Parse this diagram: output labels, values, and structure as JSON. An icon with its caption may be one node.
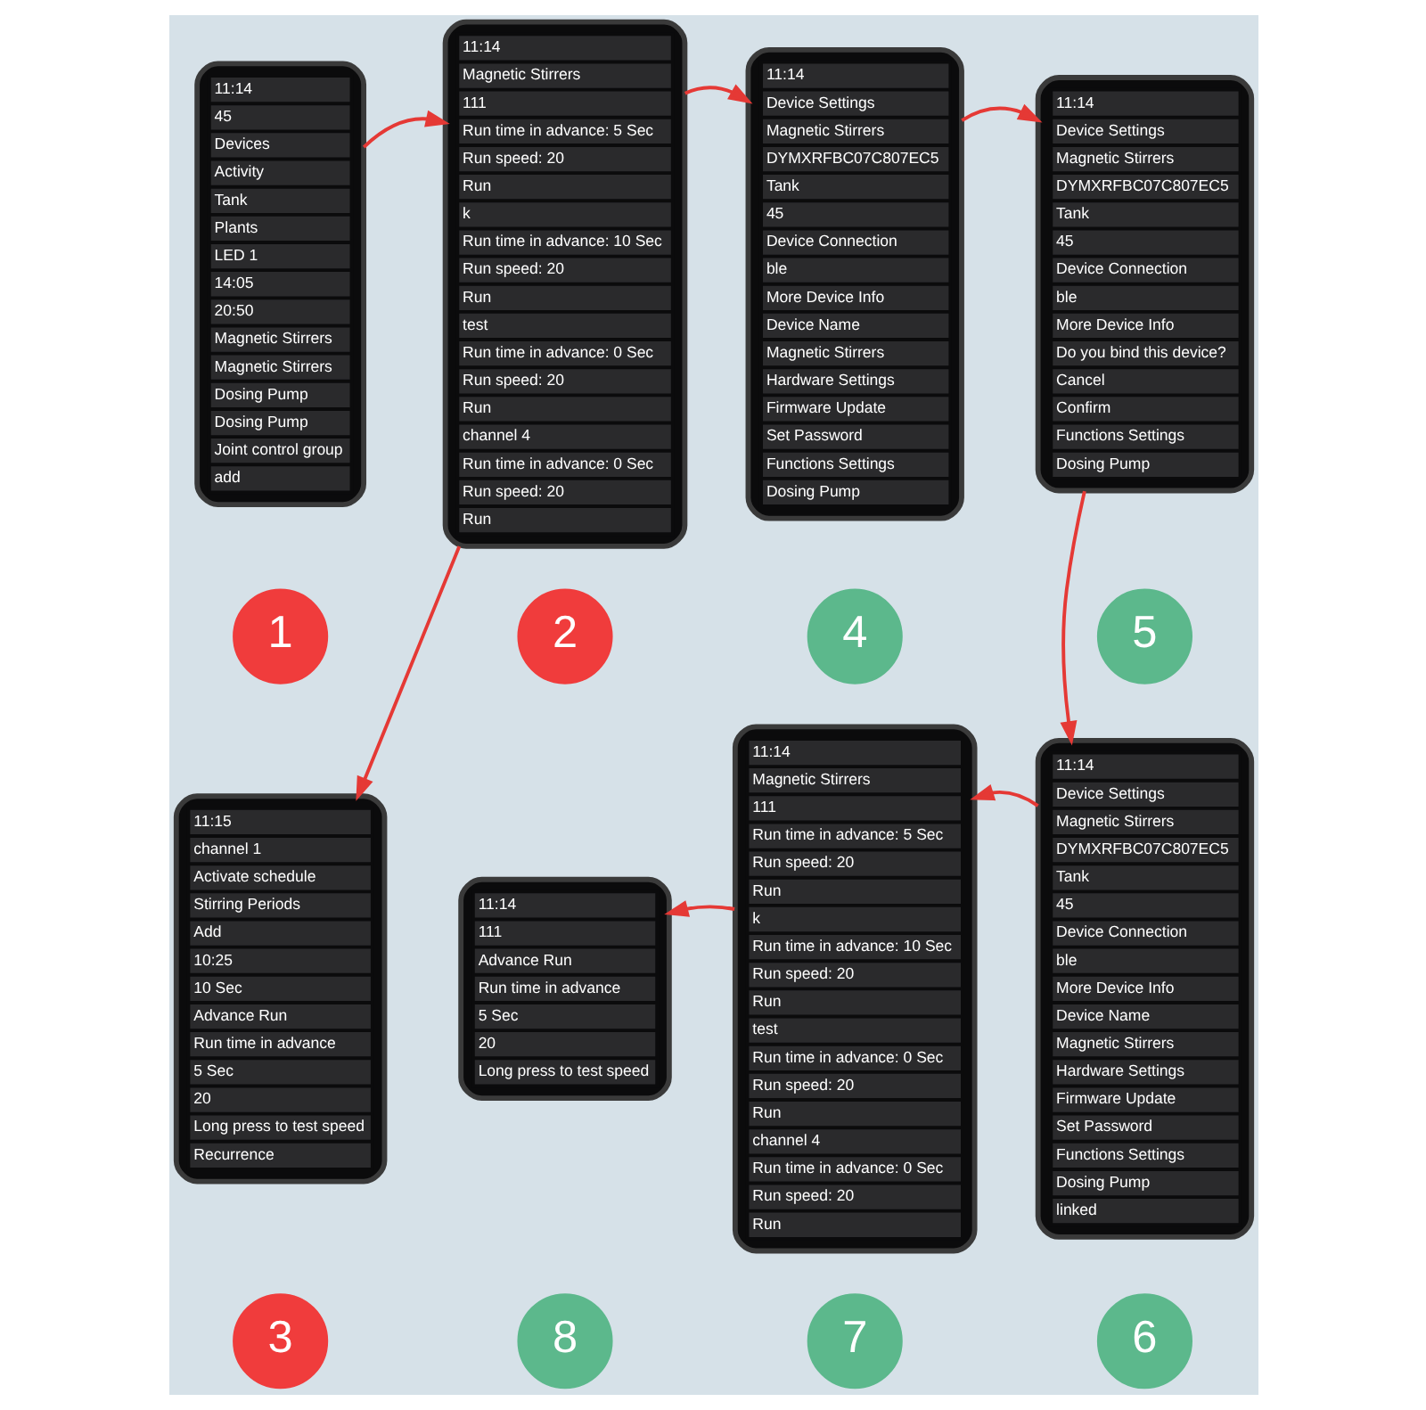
{
  "diagram": {
    "nodes": [
      {
        "text": [
          "11:14",
          "45",
          "Devices",
          "Activity",
          "Tank",
          "Plants",
          "LED 1",
          "14:05",
          "20:50",
          "Magnetic Stirrers",
          "Magnetic Stirrers",
          "Dosing Pump",
          "Dosing Pump",
          "Joint control group",
          "add"
        ]
      },
      {
        "text": [
          "11:14",
          "Magnetic Stirrers",
          "111",
          "Run time in advance: 5 Sec",
          "Run speed: 20",
          "Run",
          "k",
          "Run time in advance: 10 Sec",
          "Run speed: 20",
          "Run",
          "test",
          "Run time in advance: 0 Sec",
          "Run speed: 20",
          "Run",
          "channel 4",
          "Run time in advance: 0 Sec",
          "Run speed: 20",
          "Run"
        ]
      },
      {
        "text": [
          "11:14",
          "Device Settings",
          "Magnetic Stirrers",
          "DYMXRFBC07C807EC5",
          "Tank",
          "45",
          "Device Connection",
          "ble",
          "More Device Info",
          "Device Name",
          "Magnetic Stirrers",
          "Hardware Settings",
          "Firmware Update",
          "Set Password",
          "Functions Settings",
          "Dosing Pump"
        ]
      },
      {
        "text": [
          "11:14",
          "Device Settings",
          "Magnetic Stirrers",
          "DYMXRFBC07C807EC5",
          "Tank",
          "45",
          "Device Connection",
          "ble",
          "More Device Info",
          "Do you bind this device?",
          "Cancel",
          "Confirm",
          "Functions Settings",
          "Dosing Pump"
        ]
      },
      {
        "text": [
          "11:15",
          "channel 1",
          "Activate schedule",
          "Stirring Periods",
          "Add",
          "10:25",
          "10 Sec",
          "Advance Run",
          "Run time in advance",
          "5 Sec",
          "20",
          "Long press to test speed",
          "Recurrence"
        ]
      },
      {
        "text": [
          "11:14",
          "111",
          "Advance Run",
          "Run time in advance",
          "5 Sec",
          "20",
          "Long press to test speed"
        ]
      },
      {
        "text": [
          "11:14",
          "Magnetic Stirrers",
          "111",
          "Run time in advance: 5 Sec",
          "Run speed: 20",
          "Run",
          "k",
          "Run time in advance: 10 Sec",
          "Run speed: 20",
          "Run",
          "test",
          "Run time in advance: 0 Sec",
          "Run speed: 20",
          "Run",
          "channel 4",
          "Run time in advance: 0 Sec",
          "Run speed: 20",
          "Run"
        ]
      },
      {
        "text": [
          "11:14",
          "Device Settings",
          "Magnetic Stirrers",
          "DYMXRFBC07C807EC5",
          "Tank",
          "45",
          "Device Connection",
          "ble",
          "More Device Info",
          "Device Name",
          "Magnetic Stirrers",
          "Hardware Settings",
          "Firmware Update",
          "Set Password",
          "Functions Settings",
          "Dosing Pump",
          "linked"
        ]
      },
      {
        "text": [
          "1"
        ]
      },
      {
        "text": [
          "2"
        ]
      },
      {
        "text": [
          "4"
        ]
      },
      {
        "text": [
          "5"
        ]
      },
      {
        "text": [
          "3"
        ]
      },
      {
        "text": [
          "8"
        ]
      },
      {
        "text": [
          "7"
        ]
      },
      {
        "text": [
          "6"
        ]
      }
    ],
    "edges": [
      {
        "from": 0,
        "to": 1,
        "arrow": "to"
      },
      {
        "from": 1,
        "to": 2,
        "arrow": "to"
      },
      {
        "from": 1,
        "to": 4,
        "arrow": "to"
      },
      {
        "from": 2,
        "to": 3,
        "arrow": "to"
      },
      {
        "from": 3,
        "to": 7,
        "arrow": "to"
      },
      {
        "from": 7,
        "to": 6,
        "arrow": "to"
      },
      {
        "from": 6,
        "to": 5,
        "arrow": "to"
      }
    ]
  }
}
